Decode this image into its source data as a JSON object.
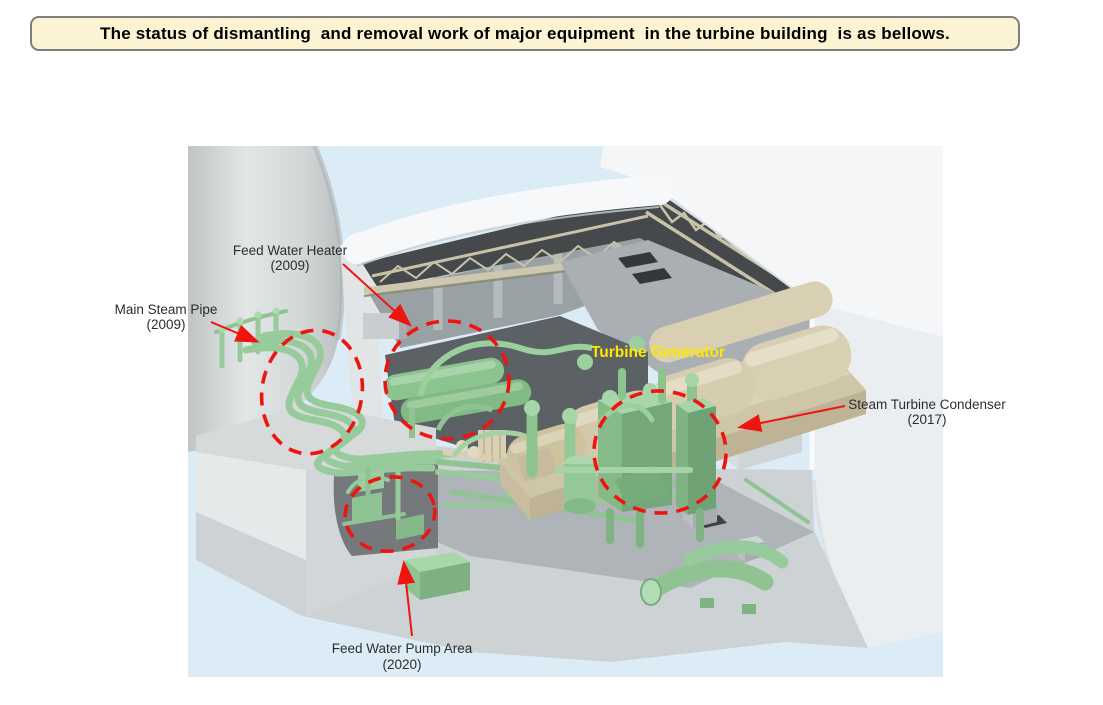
{
  "banner": {
    "text": "The status of dismantling  and removal work of major equipment  in the turbine building  is as bellows."
  },
  "diagram": {
    "callouts": [
      {
        "id": "feed-water-heater",
        "label": "Feed Water Heater",
        "year": "(2009)"
      },
      {
        "id": "main-steam-pipe",
        "label": "Main Steam Pipe",
        "year": "(2009)"
      },
      {
        "id": "turbine-generator",
        "label": "Turbine Generator"
      },
      {
        "id": "steam-turbine-condenser",
        "label": "Steam Turbine Condenser",
        "year": "(2017)"
      },
      {
        "id": "feed-water-pump-area",
        "label": "Feed Water Pump Area",
        "year": "(2020)"
      }
    ],
    "colors": {
      "highlight_red": "#ee1511",
      "label_text": "#2d2d2d",
      "turbine_generator_label": "#ffe800",
      "equipment_green": "#8abd8d",
      "structure_tan": "#d8cfb2",
      "sky_background": "#dcecf7",
      "banner_background": "#fcf3d3"
    }
  }
}
